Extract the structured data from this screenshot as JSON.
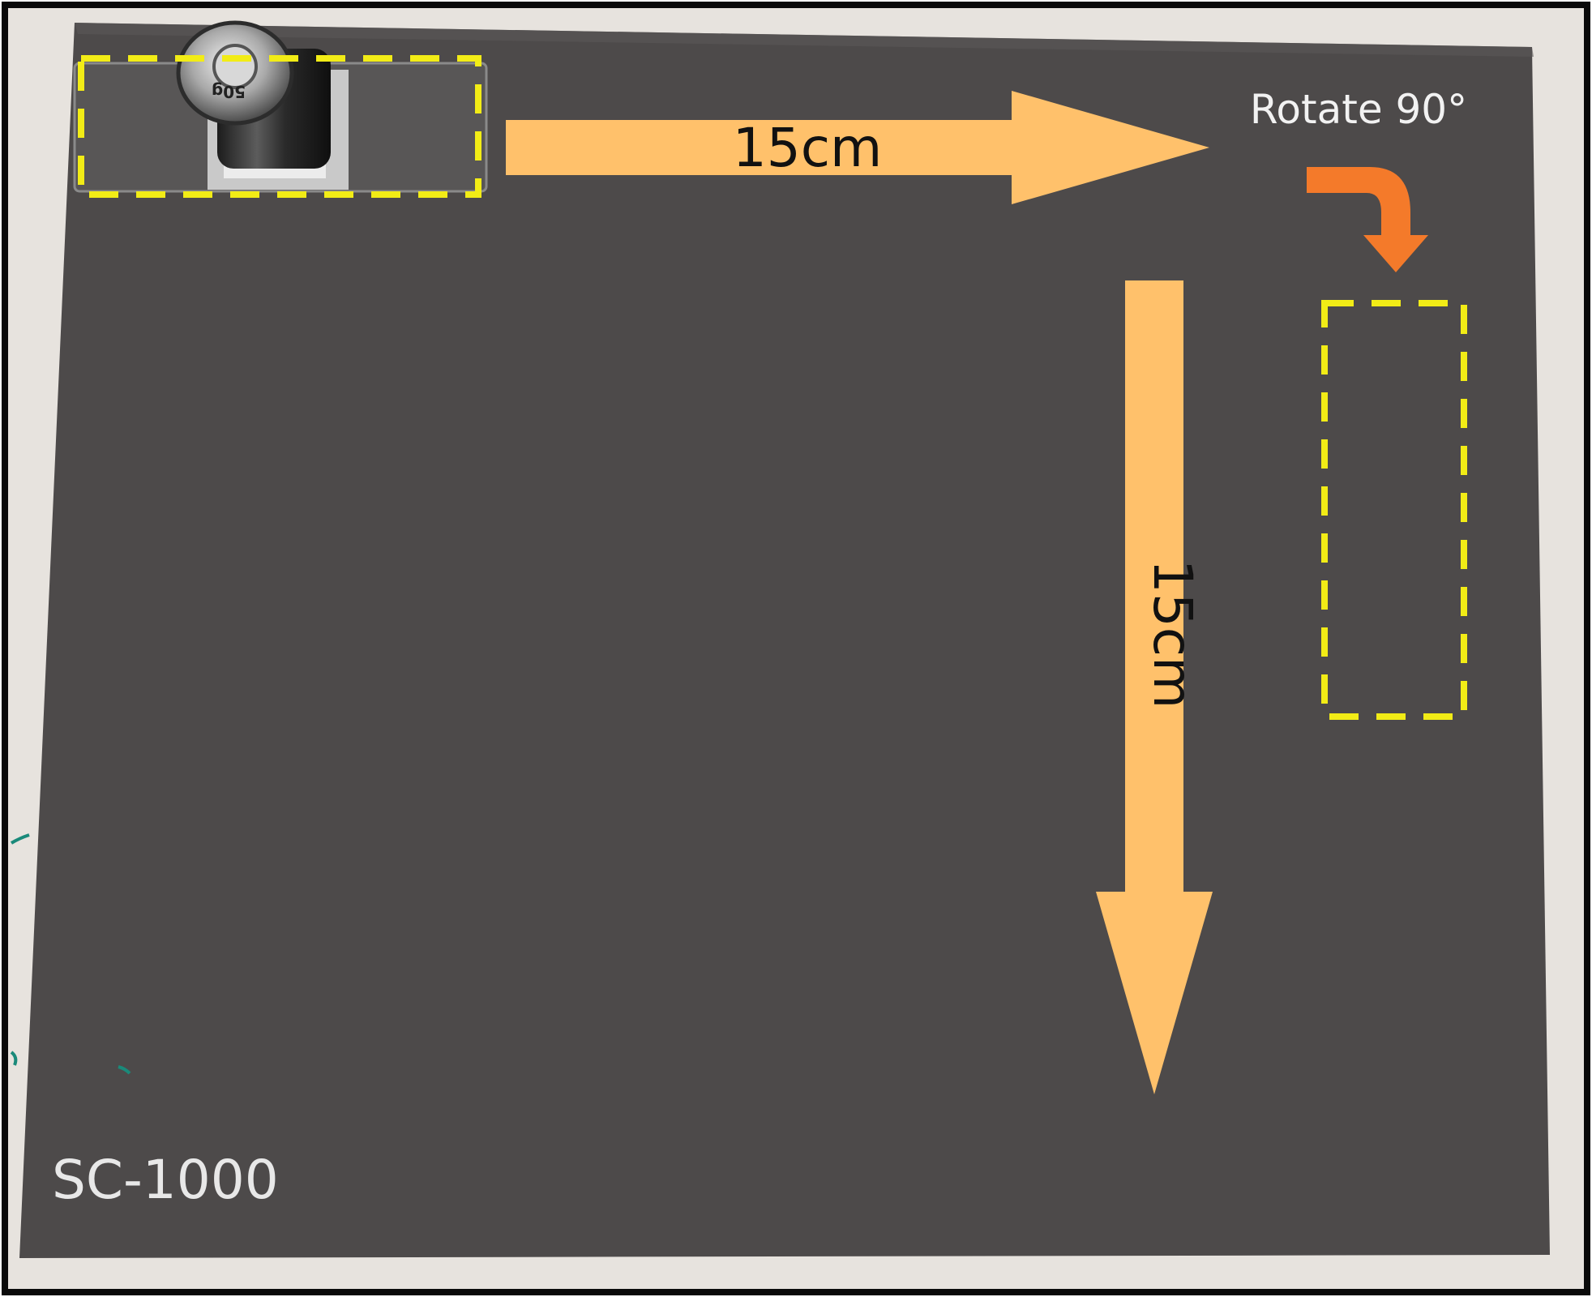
{
  "labels": {
    "horizontal_distance": "15cm",
    "vertical_distance": "15cm",
    "rotate": "Rotate 90°",
    "sandpaper_grade": "SC-1000",
    "weight_marking": "50g"
  },
  "colors": {
    "frame": "#0a0a0a",
    "backdrop": "#e7e3de",
    "sandpaper": "#4d4a4a",
    "arrow_fill": "#ffc16b",
    "rotate_arrow": "#f47a2a",
    "dashed_outline": "#f2ec16",
    "label_light": "#f2f2f2",
    "label_dark": "#111111"
  },
  "icons": {
    "horizontal_arrow": "arrow-right-icon",
    "vertical_arrow": "arrow-down-icon",
    "rotate_arrow": "curved-arrow-down-icon",
    "weight": "cylinder-weight-icon"
  }
}
